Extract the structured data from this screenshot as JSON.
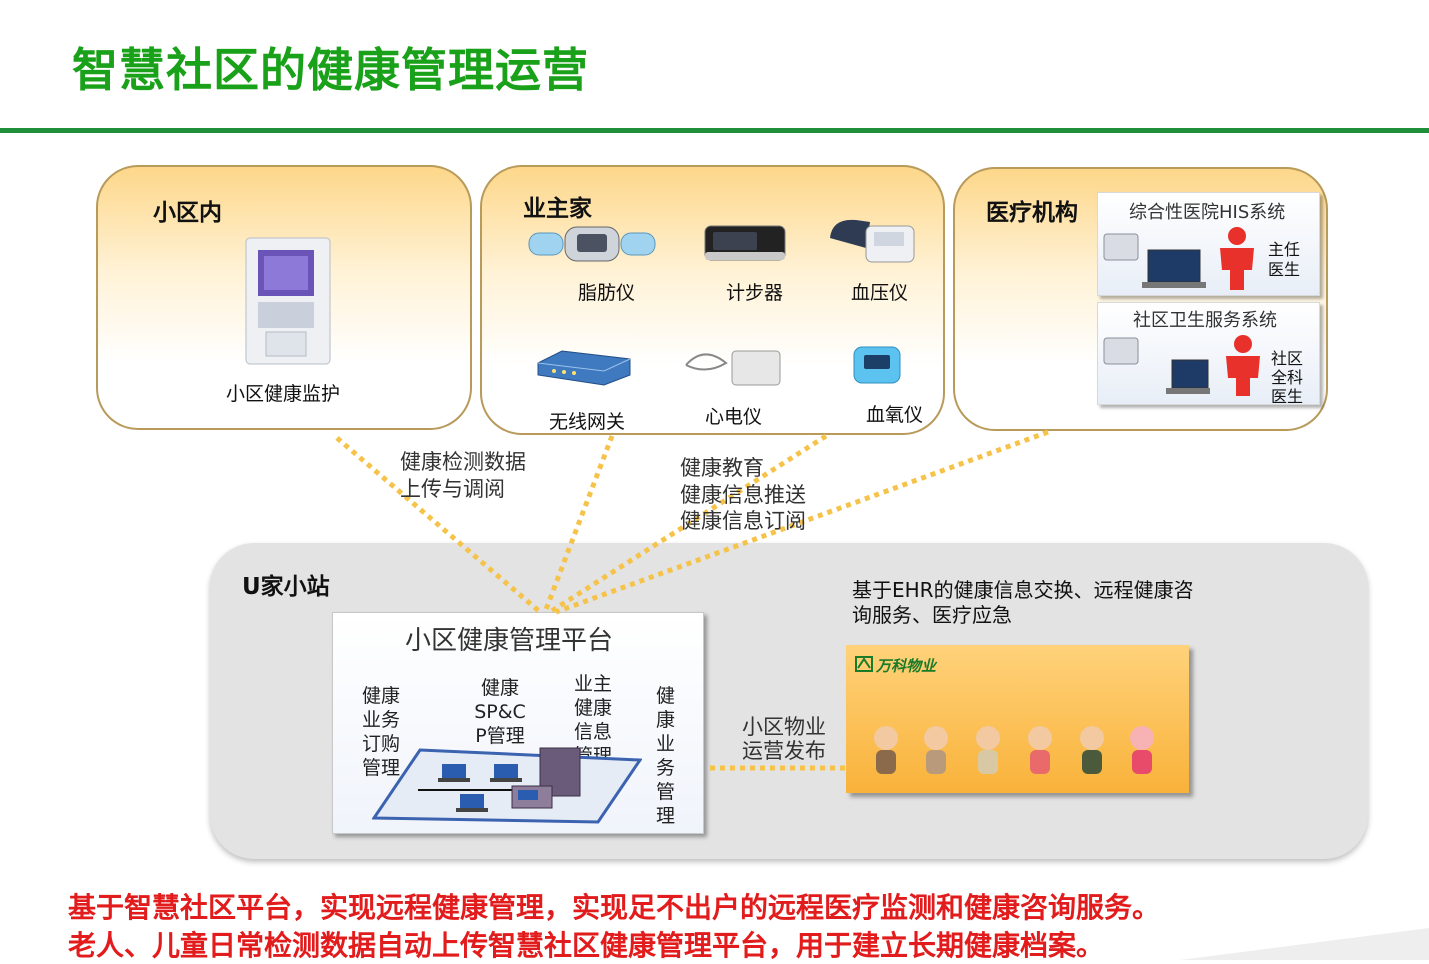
{
  "page": {
    "title": "智慧社区的健康管理运营"
  },
  "panels": {
    "community": {
      "title": "小区内",
      "device_label": "小区健康监护"
    },
    "home": {
      "title": "业主家",
      "devices": [
        "脂肪仪",
        "计步器",
        "血压仪",
        "无线网关",
        "心电仪",
        "血氧仪"
      ]
    },
    "medical": {
      "title": "医疗机构",
      "his": {
        "title": "综合性医院HIS系统",
        "role_line1": "主任",
        "role_line2": "医生"
      },
      "community_service": {
        "title": "社区卫生服务系统",
        "role_line1": "社区",
        "role_line2": "全科",
        "role_line3": "医生"
      }
    }
  },
  "annotations": {
    "upload_line1": "健康检测数据",
    "upload_line2": "上传与调阅",
    "edu_line1": "健康教育",
    "edu_line2": "健康信息推送",
    "edu_line3": "健康信息订阅",
    "ehr_line1": "基于EHR的健康信息交换、远程健康咨",
    "ehr_line2": "询服务、医疗应急",
    "property_line1": "小区物业",
    "property_line2": "运营发布"
  },
  "station": {
    "title": "U家小站",
    "platform": {
      "title": "小区健康管理平台",
      "col1": [
        "健康",
        "业务",
        "订购",
        "管理"
      ],
      "col2": [
        "健康",
        "SP&C",
        "P管理"
      ],
      "col3": [
        "业主",
        "健康",
        "信息",
        "管理"
      ],
      "col4": [
        "健",
        "康",
        "业",
        "务",
        "管",
        "理"
      ]
    },
    "vendor_logo": "万科物业"
  },
  "footer": {
    "line1": "基于智慧社区平台，实现远程健康管理，实现足不出户的远程医疗监测和健康咨询服务。",
    "line2": "老人、儿童日常检测数据自动上传智慧社区健康管理平台，用于建立长期健康档案。"
  },
  "colors": {
    "title_green": "#1aa11a",
    "rule_green": "#1f8f3a",
    "dotted_line": "#f6c34a",
    "footer_red": "#e21c1c",
    "person_red": "#e8312b"
  }
}
